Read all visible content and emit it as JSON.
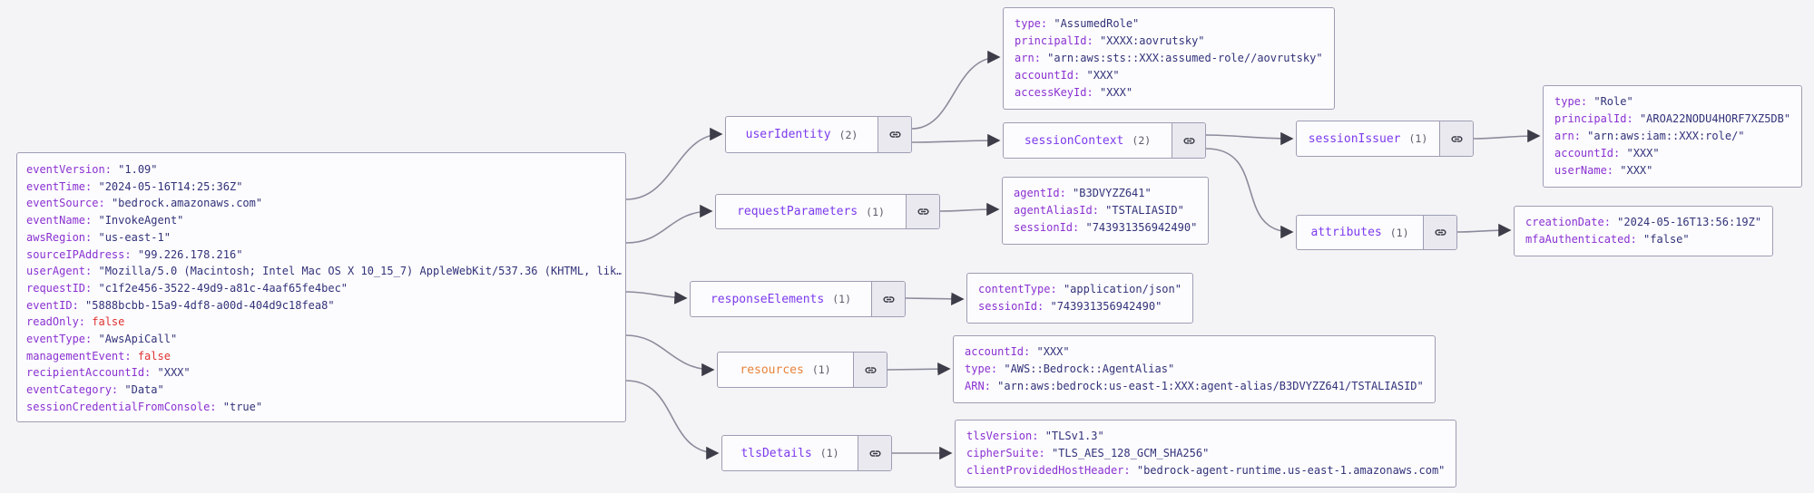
{
  "colors": {
    "canvas_bg": "#f4f4f6",
    "node_bg": "#fcfcfe",
    "node_border": "#9d9db4",
    "key_text": "#8a31d1",
    "string_value_text": "#32327a",
    "boolean_false_text": "#e03131",
    "object_node_label": "#7c3aed",
    "array_node_label": "#e8833a",
    "count_text": "#5c5c6a",
    "edge": "#8b8b9c",
    "arrowhead": "#3d3d49",
    "link_section_bg": "#e9e9ef"
  },
  "root_node": {
    "fields": [
      {
        "key": "eventVersion",
        "value": "\"1.09\""
      },
      {
        "key": "eventTime",
        "value": "\"2024-05-16T14:25:36Z\""
      },
      {
        "key": "eventSource",
        "value": "\"bedrock.amazonaws.com\""
      },
      {
        "key": "eventName",
        "value": "\"InvokeAgent\""
      },
      {
        "key": "awsRegion",
        "value": "\"us-east-1\""
      },
      {
        "key": "sourceIPAddress",
        "value": "\"99.226.178.216\""
      },
      {
        "key": "userAgent",
        "value": "\"Mozilla/5.0 (Macintosh; Intel Mac OS X 10_15_7) AppleWebKit/537.36 (KHTML, lik…\""
      },
      {
        "key": "requestID",
        "value": "\"c1f2e456-3522-49d9-a81c-4aaf65fe4bec\""
      },
      {
        "key": "eventID",
        "value": "\"5888bcbb-15a9-4df8-a00d-404d9c18fea8\""
      },
      {
        "key": "readOnly",
        "value": "false",
        "type": "boolean"
      },
      {
        "key": "eventType",
        "value": "\"AwsApiCall\""
      },
      {
        "key": "managementEvent",
        "value": "false",
        "type": "boolean"
      },
      {
        "key": "recipientAccountId",
        "value": "\"XXX\""
      },
      {
        "key": "eventCategory",
        "value": "\"Data\""
      },
      {
        "key": "sessionCredentialFromConsole",
        "value": "\"true\""
      }
    ]
  },
  "headers": {
    "user_identity": {
      "label": "userIdentity",
      "count": "(2)"
    },
    "request_parameters": {
      "label": "requestParameters",
      "count": "(1)"
    },
    "response_elements": {
      "label": "responseElements",
      "count": "(1)"
    },
    "resources": {
      "label": "resources",
      "count": "(1)"
    },
    "tls_details": {
      "label": "tlsDetails",
      "count": "(1)"
    },
    "session_context": {
      "label": "sessionContext",
      "count": "(2)"
    },
    "session_issuer": {
      "label": "sessionIssuer",
      "count": "(1)"
    },
    "attributes": {
      "label": "attributes",
      "count": "(1)"
    }
  },
  "details": {
    "user_identity": {
      "fields": [
        {
          "key": "type",
          "value": "\"AssumedRole\""
        },
        {
          "key": "principalId",
          "value": "\"XXXX:aovrutsky\""
        },
        {
          "key": "arn",
          "value": "\"arn:aws:sts::XXX:assumed-role//aovrutsky\""
        },
        {
          "key": "accountId",
          "value": "\"XXX\""
        },
        {
          "key": "accessKeyId",
          "value": "\"XXX\""
        }
      ]
    },
    "request_parameters": {
      "fields": [
        {
          "key": "agentId",
          "value": "\"B3DVYZZ641\""
        },
        {
          "key": "agentAliasId",
          "value": "\"TSTALIASID\""
        },
        {
          "key": "sessionId",
          "value": "\"743931356942490\""
        }
      ]
    },
    "response_elements": {
      "fields": [
        {
          "key": "contentType",
          "value": "\"application/json\""
        },
        {
          "key": "sessionId",
          "value": "\"743931356942490\""
        }
      ]
    },
    "resources": {
      "fields": [
        {
          "key": "accountId",
          "value": "\"XXX\""
        },
        {
          "key": "type",
          "value": "\"AWS::Bedrock::AgentAlias\""
        },
        {
          "key": "ARN",
          "value": "\"arn:aws:bedrock:us-east-1:XXX:agent-alias/B3DVYZZ641/TSTALIASID\""
        }
      ]
    },
    "tls_details": {
      "fields": [
        {
          "key": "tlsVersion",
          "value": "\"TLSv1.3\""
        },
        {
          "key": "cipherSuite",
          "value": "\"TLS_AES_128_GCM_SHA256\""
        },
        {
          "key": "clientProvidedHostHeader",
          "value": "\"bedrock-agent-runtime.us-east-1.amazonaws.com\""
        }
      ]
    },
    "session_issuer": {
      "fields": [
        {
          "key": "type",
          "value": "\"Role\""
        },
        {
          "key": "principalId",
          "value": "\"AROA22NODU4HORF7XZ5DB\""
        },
        {
          "key": "arn",
          "value": "\"arn:aws:iam::XXX:role/\""
        },
        {
          "key": "accountId",
          "value": "\"XXX\""
        },
        {
          "key": "userName",
          "value": "\"XXX\""
        }
      ]
    },
    "attributes": {
      "fields": [
        {
          "key": "creationDate",
          "value": "\"2024-05-16T13:56:19Z\""
        },
        {
          "key": "mfaAuthenticated",
          "value": "\"false\""
        }
      ]
    }
  }
}
